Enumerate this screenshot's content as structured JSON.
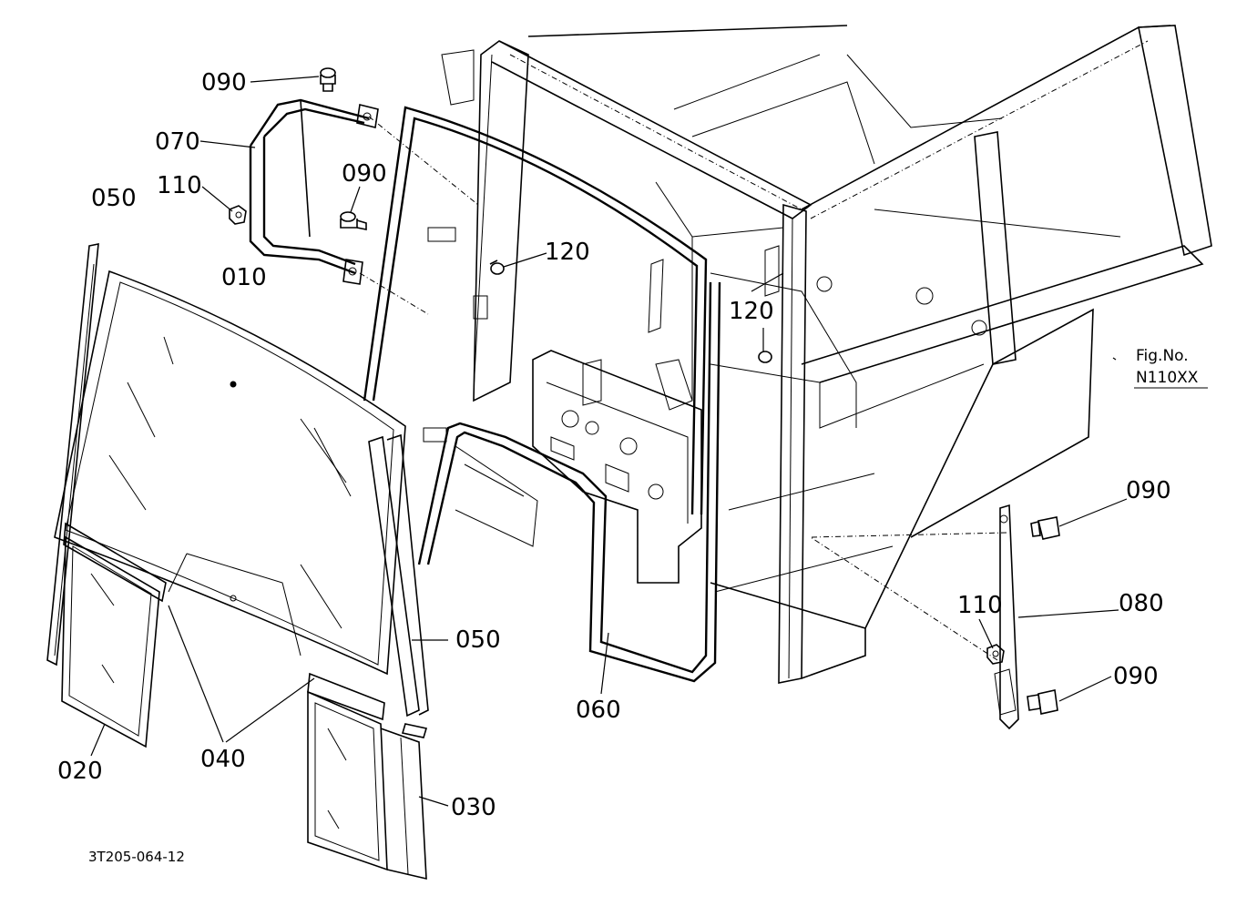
{
  "callouts": {
    "c090_top": "090",
    "c070": "070",
    "c110_left": "110",
    "c090_mid": "090",
    "c050_left": "050",
    "c010": "010",
    "c120_top": "120",
    "c120_mid": "120",
    "c090_right_top": "090",
    "c110_right": "110",
    "c080": "080",
    "c090_right_bottom": "090",
    "c050_mid": "050",
    "c060": "060",
    "c020": "020",
    "c040": "040",
    "c030": "030"
  },
  "fig_no_label": "Fig.No.",
  "fig_no_value": "N110XX",
  "drawing_code": "3T205-064-12"
}
